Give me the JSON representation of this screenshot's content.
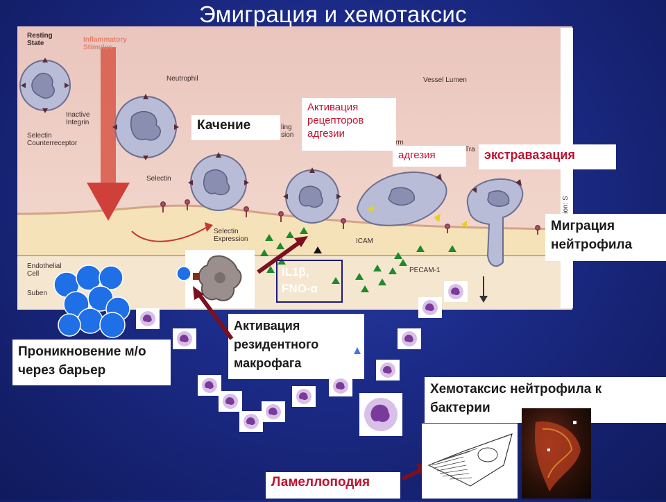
{
  "title": "Эмиграция и хемотаксис",
  "diagram_labels": {
    "resting_state": "Resting\nState",
    "inflammatory_stimulus": "Inflammatory\nStimulus",
    "neutrophil": "Neutrophil",
    "inactive_integrin": "Inactive\nIntegrin",
    "selectin_counterreceptor": "Selectin\nCounterreceptor",
    "vessel_lumen": "Vessel Lumen",
    "selectin": "Selectin",
    "selectin_expression": "Selectin\nExpression",
    "icam": "ICAM",
    "pecam": "PECAM-1",
    "endothelial_cell": "Endothelial\nCell",
    "subendothelium": "Suben",
    "rolling_fragment": "ling\nsion",
    "firm_fragment": "firm",
    "tra_fragment": "Tra",
    "credit": "Illustration: S"
  },
  "labels": {
    "rolling": "Качение",
    "adhesion_receptor_activation": "Активация рецепторов адгезии",
    "adhesion": "адгезия",
    "extravasation": "экстравазация",
    "neutrophil_migration": "Миграция нейтрофила",
    "cytokines": "IL1β,\nFNO-α",
    "resident_macrophage_activation": "Активация резидентного макрофага",
    "microbe_penetration": "Проникновение м/о через барьер",
    "neutrophil_chemotaxis": "Хемотаксис нейтрофила к бактерии",
    "lamellipodia": "Ламеллоподия"
  },
  "colors": {
    "background": "#1b2a86",
    "label_red": "#c2102e",
    "bacteria_blue": "#1f6fe6",
    "cytokine_green": "#1e8a2a",
    "arrow_dark_red": "#7a1020"
  }
}
